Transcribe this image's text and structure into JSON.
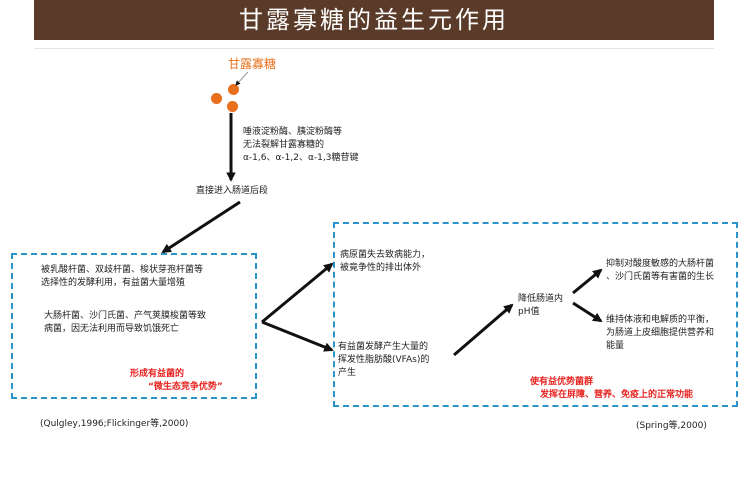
{
  "title": "甘露寡糖的益生元作用",
  "sugar_label": "甘露寡糖",
  "enzyme_note": [
    "唾液淀粉酶、胰淀粉酶等",
    "无法裂解甘露寡糖的",
    "α-1,6、α-1,2、α-1,3糖苷键"
  ],
  "hindgut_label": "直接进入肠道后段",
  "left_box": {
    "p1": [
      "被乳酸杆菌、双歧杆菌、梭状芽孢杆菌等",
      "选择性的发酵利用，有益菌大量增殖"
    ],
    "p2": [
      "大肠杆菌、沙门氏菌、产气荚膜梭菌等致",
      "病菌，因无法利用而导致饥饿死亡"
    ],
    "conclusion": [
      "形成有益菌的",
      "“微生态竞争优势”"
    ]
  },
  "right_box": {
    "pathogen": [
      "病原菌失去致病能力，",
      "被竟争性的排出体外"
    ],
    "vfa": [
      "有益菌发酵产生大量的",
      "挥发性脂肪酸(VFAs)的",
      "产生"
    ],
    "ph": [
      "降低肠道内",
      "pH值"
    ],
    "inhibit": [
      "抑制对酸度敏感的大肠杆菌",
      "、沙门氏菌等有害菌的生长"
    ],
    "maintain": [
      "维持体液和电解质的平衡，",
      "为肠道上皮细胞提供营养和",
      "能量"
    ],
    "conclusion": [
      "使有益优势菌群",
      "发挥在屏障、营养、免疫上的正常功能"
    ]
  },
  "citation_left": "(Qulgley,1996;Flickinger等,2000)",
  "citation_right": "(Spring等,2000)",
  "colors": {
    "banner": "#5a3a28",
    "dashed_border": "#2b93c9",
    "highlight_red": "#e52420",
    "sugar_orange": "#e8701c",
    "arrow": "#111111"
  }
}
